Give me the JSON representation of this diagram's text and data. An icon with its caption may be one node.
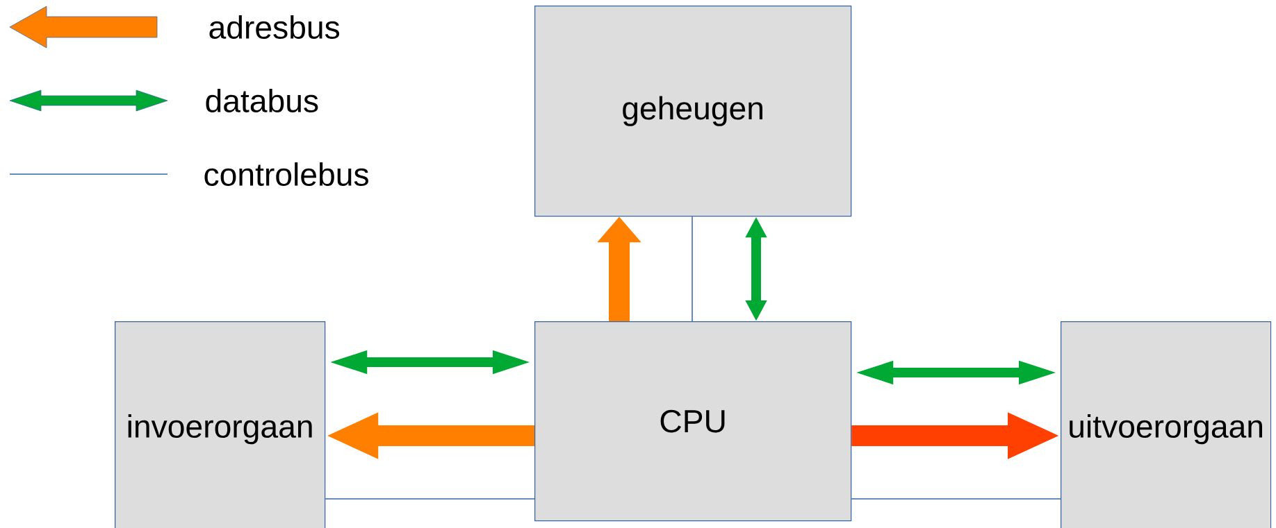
{
  "diagram": {
    "nodes": [
      {
        "text": [
          "geheugen"
        ]
      },
      {
        "text": [
          "invoerorgaan"
        ]
      },
      {
        "text": [
          "CPU"
        ]
      },
      {
        "text": [
          "uitvoerorgaan"
        ]
      }
    ],
    "edges": [
      {
        "from": 2,
        "to": 0,
        "arrow": "to",
        "style": "thick",
        "color": "#ff8000"
      },
      {
        "from": 2,
        "to": 0,
        "arrow": "none",
        "color": "#3465a4"
      },
      {
        "from": 2,
        "to": 0,
        "arrow": "both",
        "color": "#00a933"
      },
      {
        "from": 1,
        "to": 2,
        "arrow": "both",
        "color": "#00a933"
      },
      {
        "from": 2,
        "to": 1,
        "arrow": "to",
        "style": "thick",
        "color": "#ff8000"
      },
      {
        "from": 1,
        "to": 2,
        "arrow": "none",
        "color": "#3465a4"
      },
      {
        "from": 2,
        "to": 3,
        "arrow": "both",
        "color": "#00a933"
      },
      {
        "from": 2,
        "to": 3,
        "arrow": "to",
        "style": "thick",
        "color": "#ff4000"
      },
      {
        "from": 2,
        "to": 3,
        "arrow": "none",
        "color": "#3465a4"
      }
    ],
    "legend": [
      {
        "text": "adresbus",
        "color": "#ff8000"
      },
      {
        "text": "databus",
        "color": "#00a933"
      },
      {
        "text": "controlebus"
      }
    ]
  }
}
